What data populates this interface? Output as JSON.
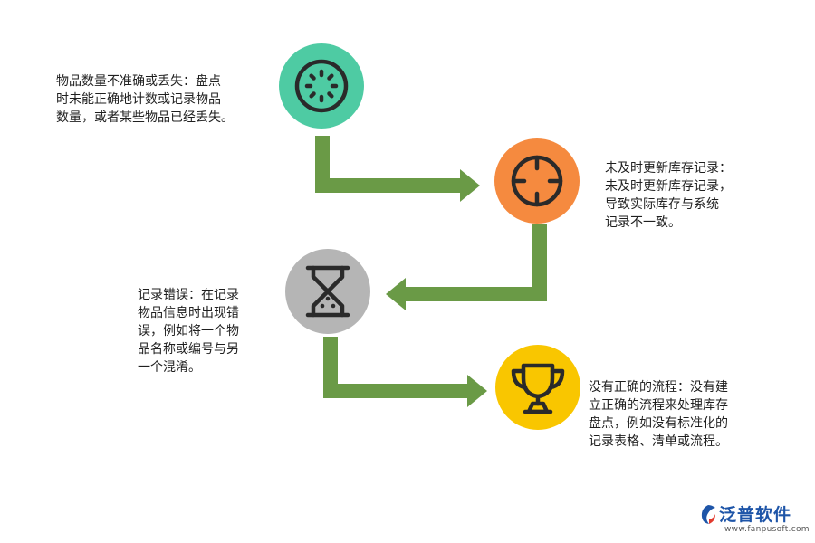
{
  "steps": [
    {
      "id": "step1",
      "icon": "wheel-icon",
      "color": "#4ecba3",
      "text": "物品数量不准确或丢失：盘点\n时未能正确地计数或记录物品\n数量，或者某些物品已经丢失。"
    },
    {
      "id": "step2",
      "icon": "target-icon",
      "color": "#f58a3f",
      "text": "未及时更新库存记录：\n未及时更新库存记录，\n导致实际库存与系统\n记录不一致。"
    },
    {
      "id": "step3",
      "icon": "hourglass-icon",
      "color": "#b5b5b5",
      "text": "记录错误：在记录\n物品信息时出现错\n误，例如将一个物\n品名称或编号与另\n一个混淆。"
    },
    {
      "id": "step4",
      "icon": "trophy-icon",
      "color": "#f9c600",
      "text": "没有正确的流程：没有建\n立正确的流程来处理库存\n盘点，例如没有标准化的\n记录表格、清单或流程。"
    }
  ],
  "arrow_color": "#6a9a46",
  "logo": {
    "name": "泛普软件",
    "url": "www.fanpusoft.com",
    "color": "#1e55a8"
  }
}
